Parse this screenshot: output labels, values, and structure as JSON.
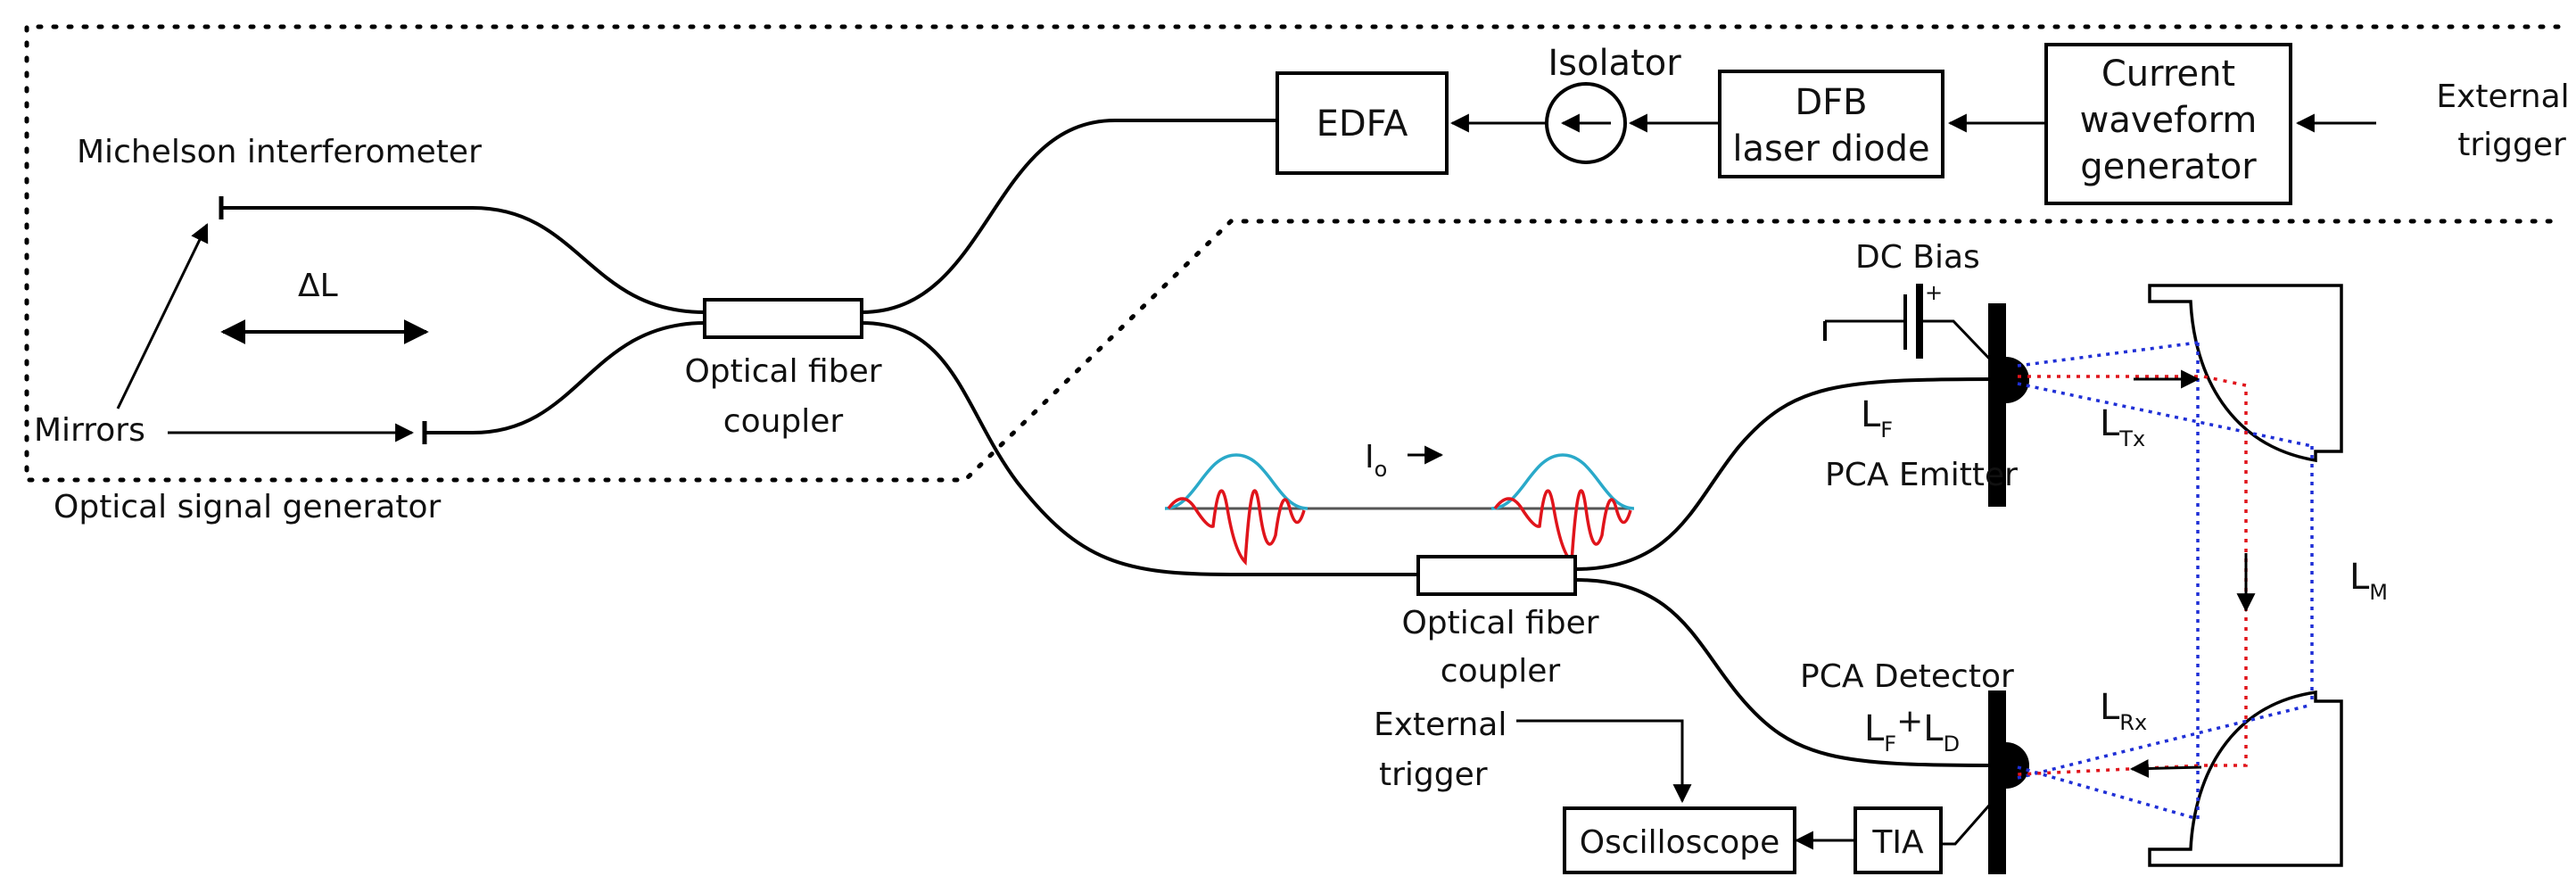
{
  "labels": {
    "michelson": "Michelson interferometer",
    "delta_l": "ΔL",
    "mirrors": "Mirrors",
    "optical_signal_generator": "Optical signal generator",
    "coupler1_line1": "Optical fiber",
    "coupler1_line2": "coupler",
    "edfa": "EDFA",
    "isolator": "Isolator",
    "dfb_line1": "DFB",
    "dfb_line2": "laser diode",
    "current_line1": "Current",
    "current_line2": "waveform",
    "current_line3": "generator",
    "ext_trigger_top_line1": "External",
    "ext_trigger_top_line2": "trigger",
    "dc_bias": "DC Bias",
    "plus": "+",
    "lf_main": "L",
    "lf_sub": "F",
    "pca_emitter": "PCA Emitter",
    "ltx_main": "L",
    "ltx_sub": "Tx",
    "lm_main": "L",
    "lm_sub": "M",
    "io_main": "I",
    "io_sub": "o",
    "coupler2_line1": "Optical fiber",
    "coupler2_line2": "coupler",
    "pca_detector": "PCA Detector",
    "lfld_main1": "L",
    "lfld_sub1": "F",
    "lfld_plus": "+",
    "lfld_main2": "L",
    "lfld_sub2": "D",
    "lrx_main": "L",
    "lrx_sub": "Rx",
    "ext_trigger_bottom_line1": "External",
    "ext_trigger_bottom_line2": "trigger",
    "oscilloscope": "Oscilloscope",
    "tia": "TIA"
  },
  "colors": {
    "thz_beam": "#1f2fd6",
    "optical_path": "#e0141b",
    "pulse_carrier": "#e0141b",
    "pulse_envelope": "#2aa9c9"
  }
}
